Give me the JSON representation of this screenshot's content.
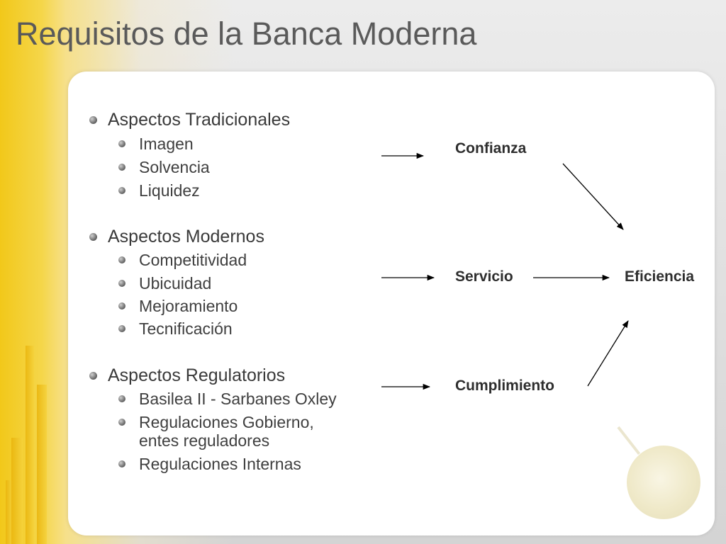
{
  "slide": {
    "title": "Requisitos de la Banca Moderna",
    "groups": [
      {
        "heading": "Aspectos Tradicionales",
        "items": [
          "Imagen",
          "Solvencia",
          "Liquidez"
        ]
      },
      {
        "heading": "Aspectos Modernos",
        "items": [
          "Competitividad",
          "Ubicuidad",
          "Mejoramiento",
          "Tecnificación"
        ]
      },
      {
        "heading": "Aspectos Regulatorios",
        "items": [
          "Basilea II - Sarbanes Oxley",
          "Regulaciones Gobierno,",
          "entes reguladores",
          "Regulaciones Internas"
        ]
      }
    ],
    "concepts": {
      "confianza": "Confianza",
      "servicio": "Servicio",
      "cumplimiento": "Cumplimiento",
      "eficiencia": "Eficiencia"
    }
  }
}
